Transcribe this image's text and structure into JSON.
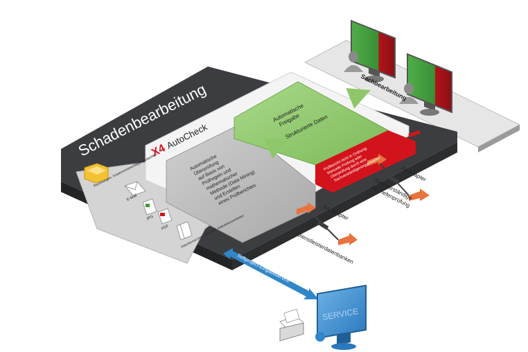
{
  "main_frame": {
    "title": "Schadenbearbeitung"
  },
  "autocheck": {
    "logo": "X4",
    "name": "AutoCheck"
  },
  "green_box": {
    "line1": "Automatische",
    "line2": "Freigabe",
    "line3": "Strukturierte Daten"
  },
  "gray_box": {
    "lines": [
      "Automatische",
      "Überprüfung",
      "auf Basis von",
      "Prüfregeln und",
      "mathematischer",
      "Methode (Data Mining)",
      "und Erstellen",
      "eines Prüfberichtes"
    ]
  },
  "red_box": {
    "lines": [
      "Prüfbericht nicht in Ordnung:",
      "Manuelle Prüfung oder",
      "Überprüfung durch eine",
      "Sachverständigenorganisation"
    ]
  },
  "input_panel": {
    "items": [
      {
        "label": "Rechnungen, Kostenvoranschläge, Gutachten",
        "icon": "folder-icon"
      },
      {
        "label": "E-Mail",
        "icon": "envelope-icon"
      },
      {
        "label": "JPG",
        "icon": "jpg-file-icon"
      },
      {
        "label": "PDF",
        "icon": "pdf-file-icon"
      },
      {
        "label": "Datenformat (bsp. GDV, Xml, Kalkulationsanbieter)",
        "icon": "data-file-icon"
      }
    ]
  },
  "sachbearbeitung": {
    "label": "Sachbearbeitung"
  },
  "adapters": {
    "right": {
      "adapter": "X4 Adapter",
      "line1": "Sachverständige",
      "line2": "für Tiefenprüfung"
    },
    "lower": {
      "adapter": "X4 Adapter",
      "label": "Dienstleisterdatenbanken"
    }
  },
  "service": {
    "arrow_label": "Softproject-Eingabeservice",
    "screen_text": "SERVICE"
  },
  "colors": {
    "dark_frame": "#3b3d40",
    "light_panel": "#d9d9d9",
    "green": "#8ec76a",
    "gray_box": "#b9b9b9",
    "red": "#d3131c",
    "orange_arrow": "#e8733e",
    "blue_arrow": "#2f86c8",
    "monitor_green": "#3f9a3a",
    "monitor_red": "#b0141a"
  }
}
